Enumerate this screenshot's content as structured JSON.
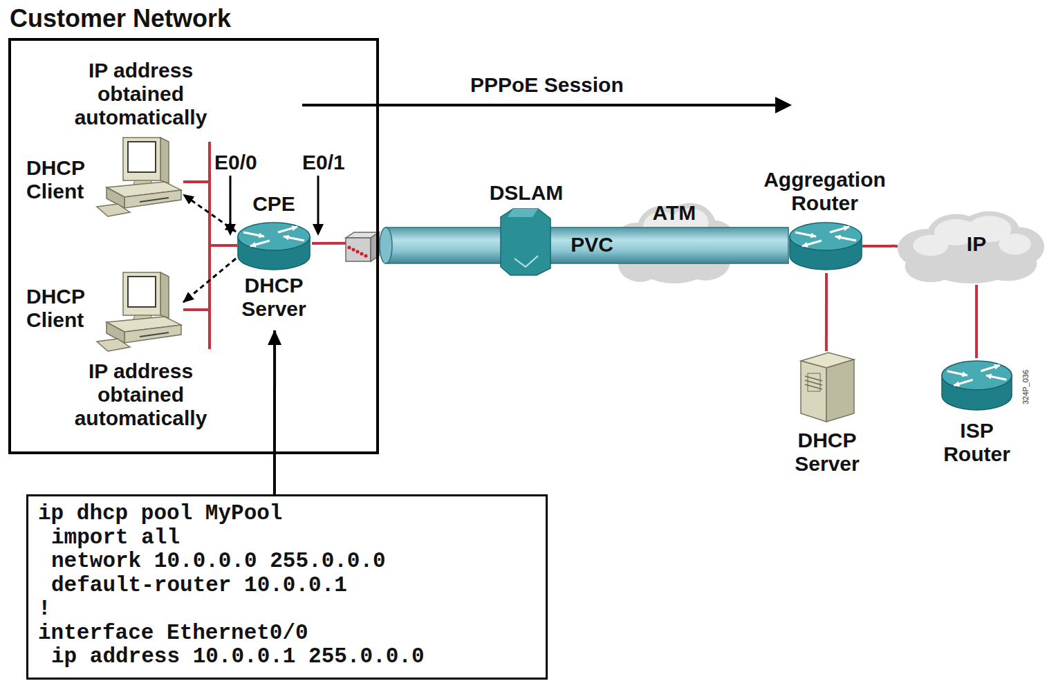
{
  "diagram": {
    "nodes": [
      {
        "text": [
          "Customer Network"
        ]
      },
      {
        "text": [
          "IP address obtained automatically",
          "DHCP Client"
        ],
        "in": 0
      },
      {
        "text": [
          "CPE",
          "DHCP Server"
        ],
        "in": 0
      },
      {
        "text": [
          "DHCP Client",
          "IP address obtained automatically"
        ],
        "in": 0
      },
      {
        "text": [
          "DSLAM"
        ]
      },
      {
        "text": [
          "PVC"
        ]
      },
      {
        "text": [
          "ATM"
        ]
      },
      {
        "text": [
          "Aggregation Router"
        ]
      },
      {
        "text": [
          "IP"
        ]
      },
      {
        "text": [
          "DHCP Server"
        ]
      },
      {
        "text": [
          "ISP Router"
        ]
      },
      {
        "text": [
          "ip dhcp pool MyPool",
          "import all",
          "network 10.0.0.0 255.0.0.0",
          "default-router 10.0.0.1",
          "!",
          "interface Ethernet0/0",
          "ip address 10.0.0.1 255.0.0.0"
        ]
      }
    ],
    "edges": [
      {
        "from": 2,
        "to": 1,
        "arrow": "both"
      },
      {
        "from": 2,
        "to": 3,
        "arrow": "to"
      },
      {
        "from": 2,
        "to": 5,
        "arrow": "none"
      },
      {
        "from": 7,
        "to": 8,
        "arrow": "none"
      },
      {
        "from": 7,
        "to": 9,
        "arrow": "none"
      },
      {
        "from": 8,
        "to": 10,
        "arrow": "none"
      },
      {
        "from": 11,
        "to": 2,
        "arrow": "to"
      }
    ],
    "labels": [
      "E0/0",
      "E0/1",
      "PPPoE Session",
      "324P_036"
    ]
  }
}
